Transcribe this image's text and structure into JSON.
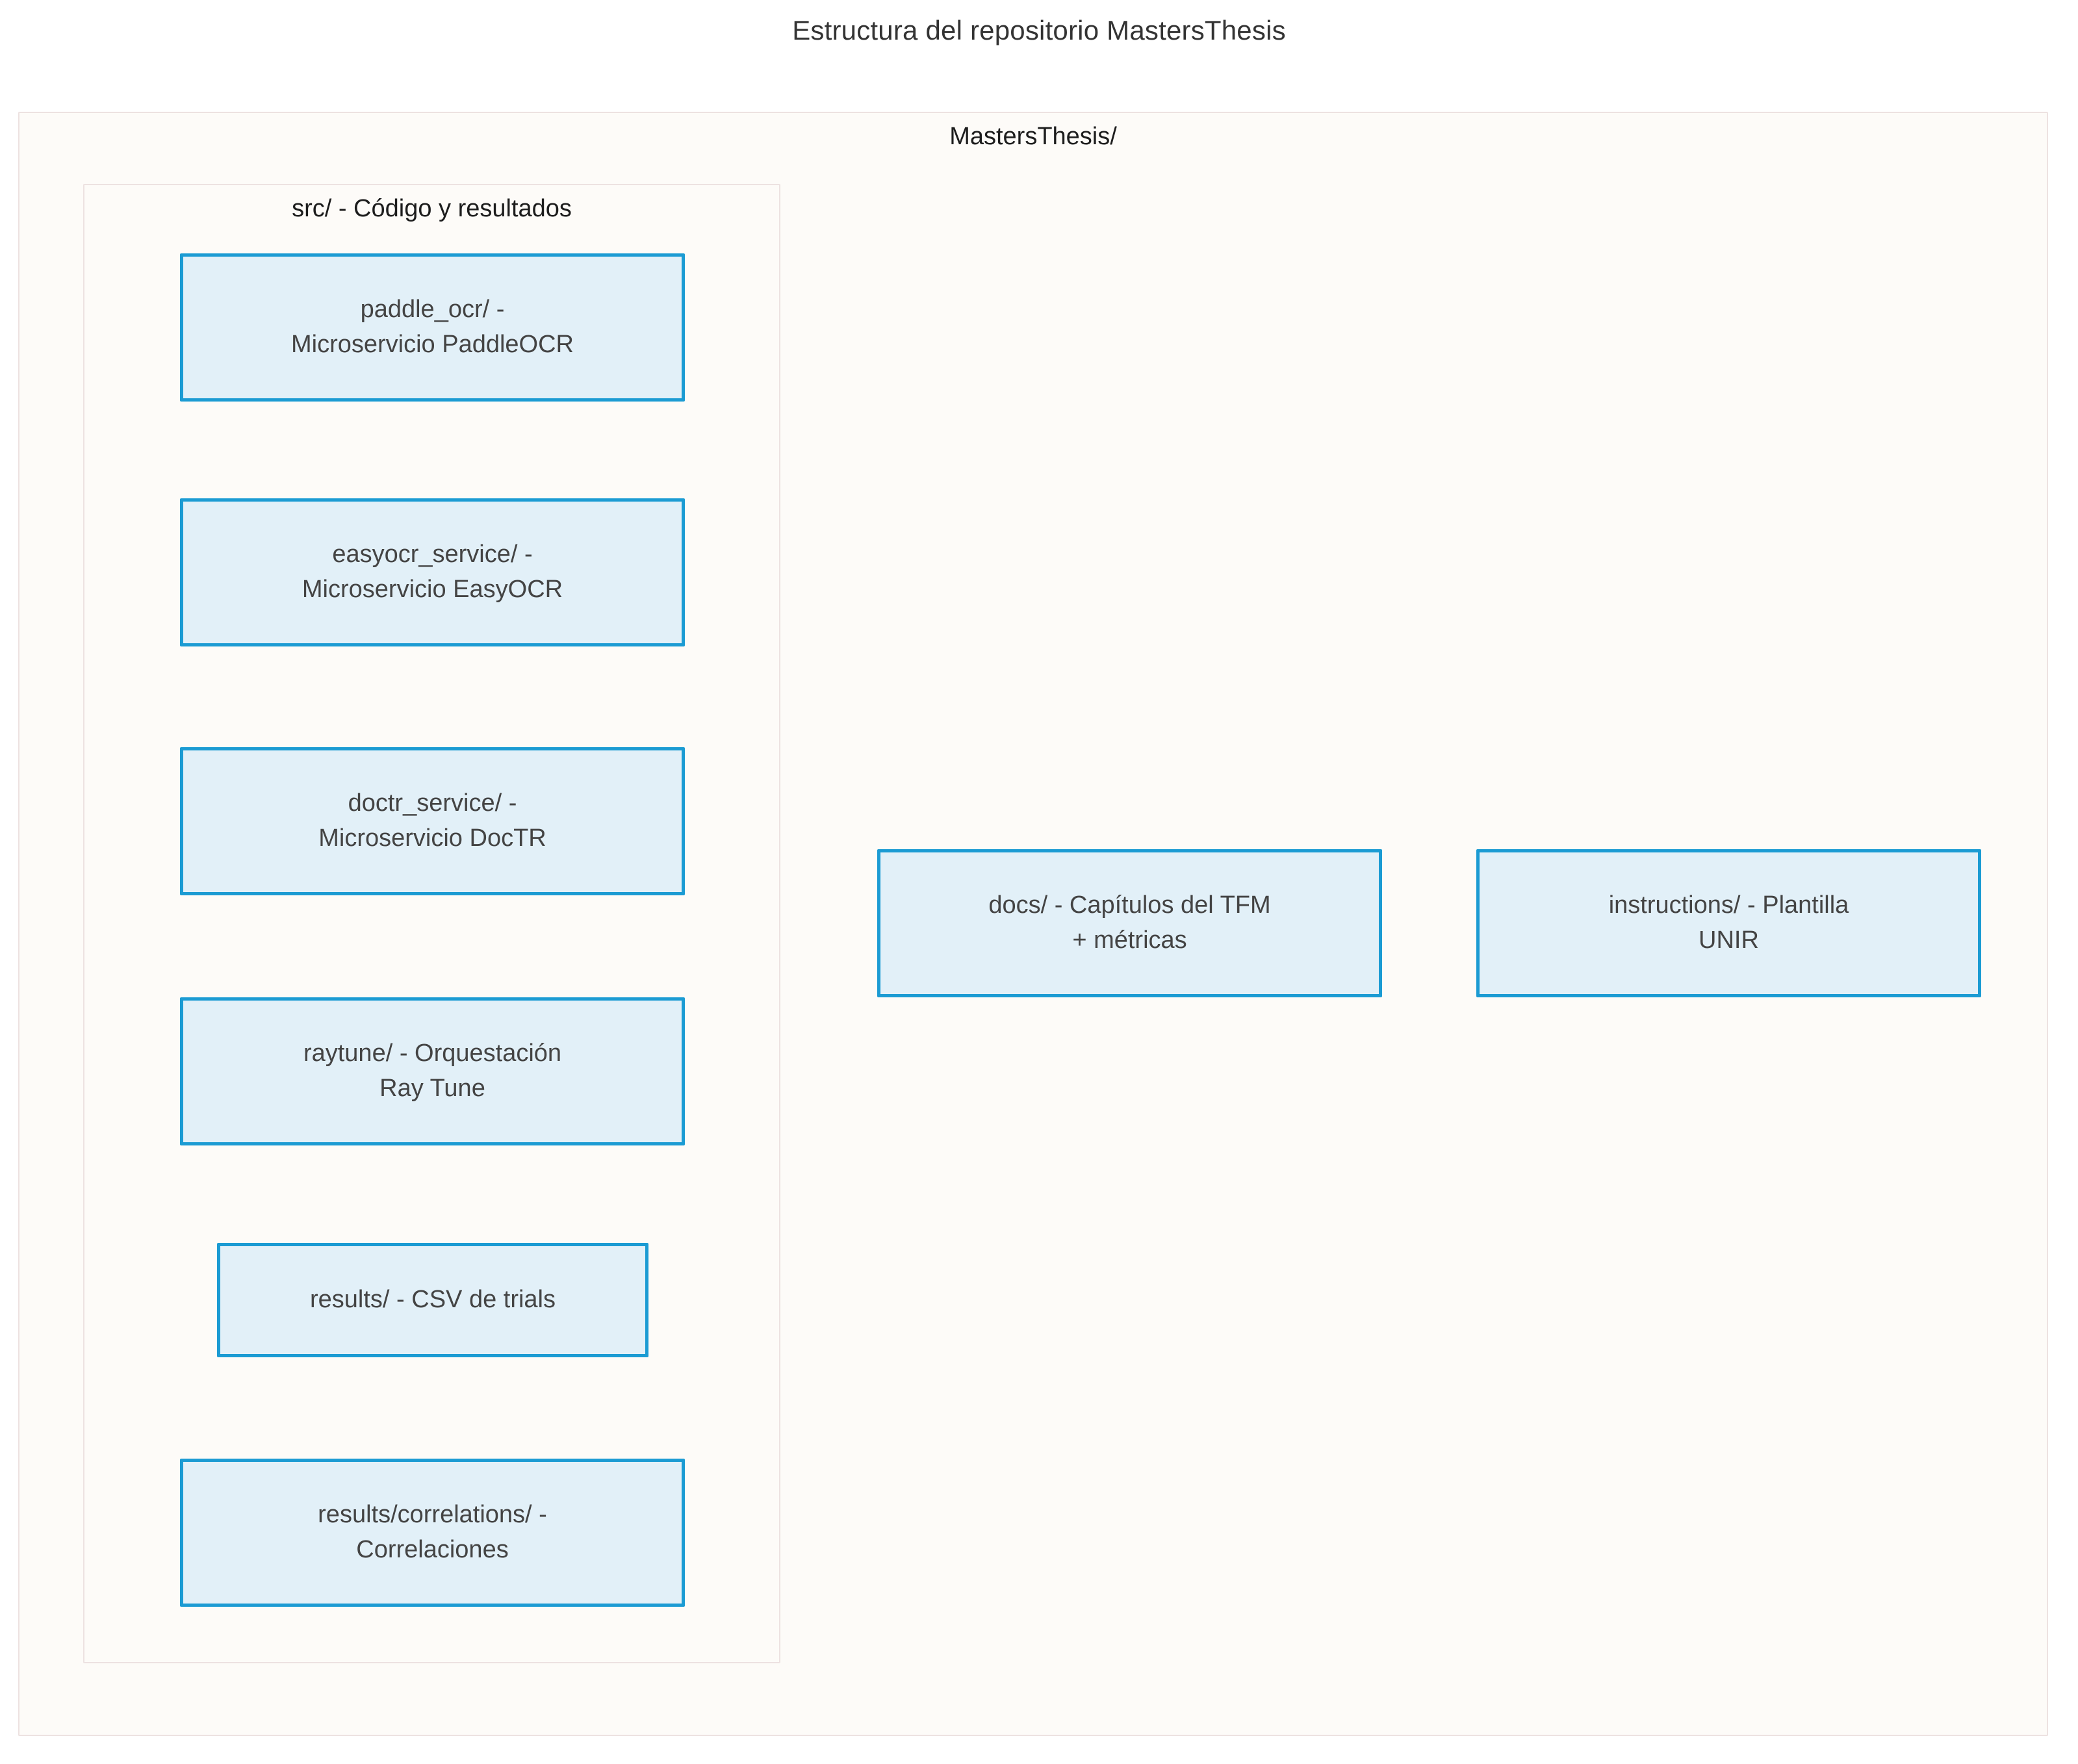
{
  "title": "Estructura del repositorio MastersThesis",
  "colors": {
    "node_fill": "#E2F0F8",
    "node_stroke": "#1B9BD3",
    "cluster_fill": "#FDFBF8",
    "cluster_stroke": "#EDE2E1",
    "text": "#444444",
    "title_text": "#333333",
    "page_background": "#FFFFFF"
  },
  "diagram_data": {
    "type": "diagram",
    "layout": "flowchart-tree",
    "orientation": "top-down",
    "root_cluster": "MastersThesis/",
    "edges": []
  },
  "clusters": {
    "root": {
      "label": "MastersThesis/"
    },
    "src": {
      "label": "src/ - Código y resultados"
    }
  },
  "nodes": {
    "paddle_ocr": {
      "label": "paddle_ocr/ -\nMicroservicio PaddleOCR"
    },
    "easyocr_service": {
      "label": "easyocr_service/ -\nMicroservicio EasyOCR"
    },
    "doctr_service": {
      "label": "doctr_service/ -\nMicroservicio DocTR"
    },
    "raytune": {
      "label": "raytune/ - Orquestación\nRay Tune"
    },
    "results": {
      "label": "results/ - CSV de trials"
    },
    "results_correlations": {
      "label": "results/correlations/ -\nCorrelaciones"
    },
    "docs": {
      "label": "docs/ - Capítulos del TFM\n+ métricas"
    },
    "instructions": {
      "label": "instructions/ - Plantilla\nUNIR"
    }
  }
}
